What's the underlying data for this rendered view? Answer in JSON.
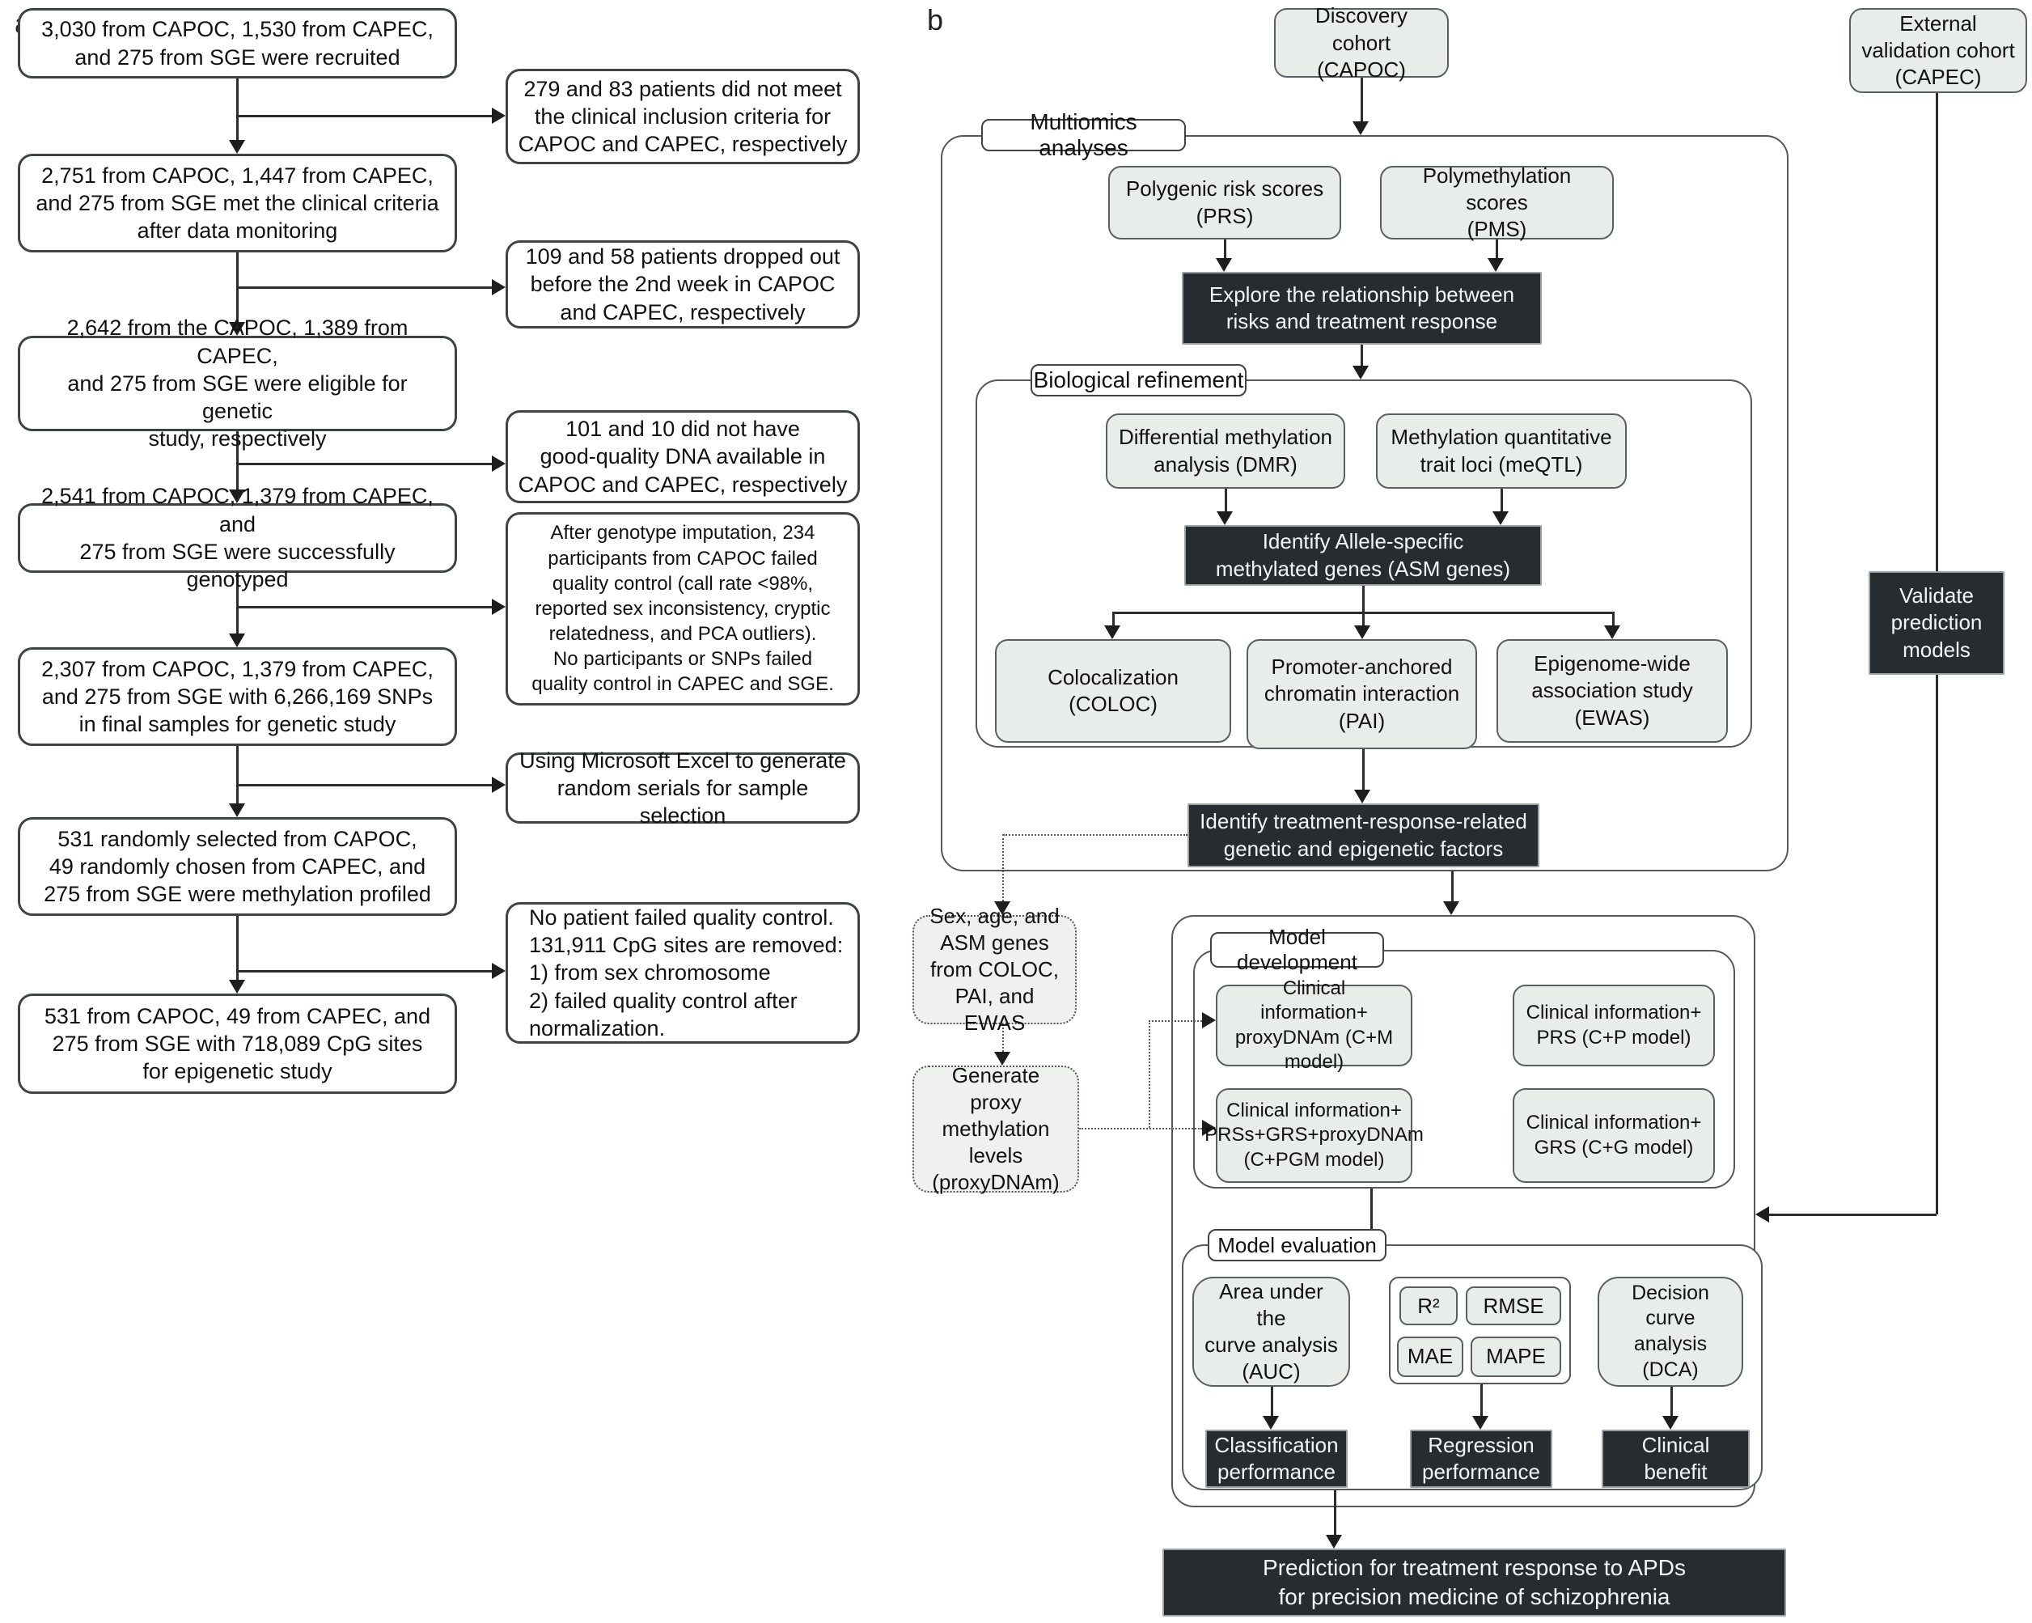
{
  "figure": {
    "panel_a_label": "a",
    "panel_b_label": "b"
  },
  "colors": {
    "dark_box": "#272c31",
    "light_box": "#e9edea",
    "line": "#2c2c2c"
  },
  "panel_a": {
    "main_boxes": [
      "3,030 from CAPOC, 1,530 from CAPEC,\nand 275 from SGE were recruited",
      "2,751 from CAPOC, 1,447 from CAPEC,\nand 275 from SGE met the clinical criteria\nafter data monitoring",
      "2,642 from the CAPOC, 1,389 from CAPEC,\nand 275 from SGE were eligible for genetic\nstudy, respectively",
      "2,541 from CAPOC, 1,379 from CAPEC, and\n275 from SGE were successfully genotyped",
      "2,307 from CAPOC, 1,379 from CAPEC,\nand 275 from SGE with 6,266,169 SNPs\nin final samples for genetic study",
      "531 randomly selected from CAPOC,\n49 randomly chosen from CAPEC, and\n275 from SGE were methylation profiled",
      "531 from CAPOC, 49 from CAPEC, and\n275 from SGE with 718,089 CpG sites\nfor epigenetic study"
    ],
    "side_boxes": [
      "279 and 83 patients did not meet\nthe clinical inclusion criteria for\nCAPOC and CAPEC, respectively",
      "109 and 58 patients dropped out\nbefore the 2nd week in CAPOC\nand CAPEC, respectively",
      "101 and 10 did not have\ngood-quality DNA available in\nCAPOC and CAPEC, respectively",
      "After genotype imputation, 234\nparticipants from CAPOC failed\nquality control (call rate <98%,\nreported sex inconsistency, cryptic\nrelatedness, and PCA outliers).\nNo participants or SNPs failed\nquality control in CAPEC and SGE.",
      "Using Microsoft Excel to generate\nrandom serials for sample selection",
      "No patient failed quality control.\n131,911 CpG sites are removed:\n1) from sex chromosome\n2) failed quality control after\nnormalization."
    ]
  },
  "panel_b": {
    "discovery_cohort": "Discovery cohort\n(CAPOC)",
    "external_validation_cohort": "External\nvalidation cohort\n(CAPEC)",
    "multiomics_label": "Multiomics analyses",
    "prs": "Polygenic risk scores\n(PRS)",
    "pms": "Polymethylation scores\n(PMS)",
    "explore": "Explore the relationship between\nrisks and treatment response",
    "bio_label": "Biological refinement",
    "dmr": "Differential methylation\nanalysis (DMR)",
    "meqtl": "Methylation quantitative\ntrait loci (meQTL)",
    "asm": "Identify Allele-specific\nmethylated genes (ASM genes)",
    "coloc": "Colocalization\n(COLOC)",
    "pai": "Promoter-anchored\nchromatin interaction\n(PAI)",
    "ewas": "Epigenome-wide\nassociation study\n(EWAS)",
    "identify": "Identify treatment-response-related\ngenetic and epigenetic factors",
    "sex_asm": "Sex, age, and\nASM genes\nfrom COLOC,\nPAI, and EWAS",
    "generate_proxy": "Generate proxy\nmethylation\nlevels\n(proxyDNAm)",
    "model_dev_label": "Model development",
    "c_m": "Clinical information+\nproxyDNAm (C+M model)",
    "c_p": "Clinical information+\nPRS (C+P model)",
    "c_pgm": "Clinical information+\nPRSs+GRS+proxyDNAm\n(C+PGM model)",
    "c_g": "Clinical information+\nGRS (C+G model)",
    "model_eval_label": "Model evaluation",
    "auc": "Area under the\ncurve analysis\n(AUC)",
    "r2": "R²",
    "rmse": "RMSE",
    "mae": "MAE",
    "mape": "MAPE",
    "dca": "Decision curve\nanalysis (DCA)",
    "classification": "Classification\nperformance",
    "regression": "Regression\nperformance",
    "clinical_benefit": "Clinical benefit",
    "validate": "Validate\nprediction\nmodels",
    "prediction": "Prediction for treatment response to APDs\nfor precision medicine of schizophrenia"
  }
}
